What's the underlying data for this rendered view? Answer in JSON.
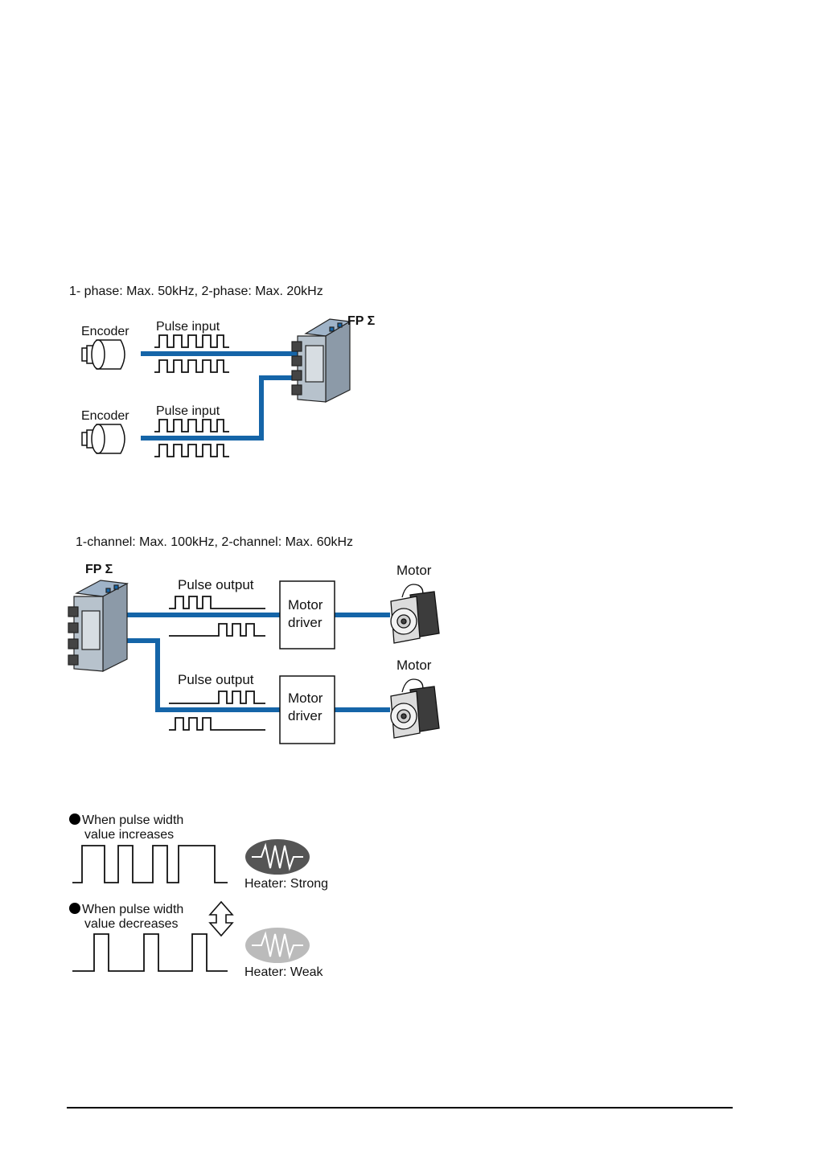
{
  "input_section": {
    "caption": "1- phase: Max. 50kHz, 2-phase: Max. 20kHz",
    "encoder_label": "Encoder",
    "pulse_label": "Pulse input",
    "plc_label": "FP Σ"
  },
  "output_section": {
    "caption": "1-channel: Max. 100kHz, 2-channel: Max. 60kHz",
    "plc_label": "FP Σ",
    "pulse_label": "Pulse output",
    "driver_line1": "Motor",
    "driver_line2": "driver",
    "motor_label": "Motor"
  },
  "pwm_section": {
    "increase_line1": "When pulse width",
    "increase_line2": "value increases",
    "decrease_line1": "When pulse width",
    "decrease_line2": "value decreases",
    "heater_strong": "Heater: Strong",
    "heater_weak": "Heater: Weak"
  },
  "colors": {
    "signal_line": "#1565a8",
    "heater_strong": "#555555",
    "heater_weak": "#bbbbbb"
  }
}
